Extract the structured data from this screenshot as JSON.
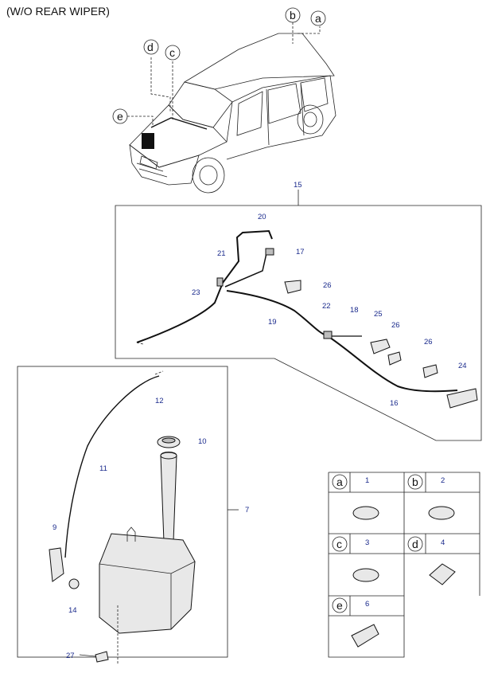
{
  "title": "(W/O REAR WIPER)",
  "callouts": {
    "a": "a",
    "b": "b",
    "c": "c",
    "d": "d",
    "e": "e"
  },
  "parts": {
    "p1": "1",
    "p2": "2",
    "p3": "3",
    "p4": "4",
    "p6": "6",
    "p7": "7",
    "p9": "9",
    "p10": "10",
    "p11": "11",
    "p12": "12",
    "p14": "14",
    "p15": "15",
    "p16": "16",
    "p17": "17",
    "p18": "18",
    "p19": "19",
    "p20": "20",
    "p21": "21",
    "p22": "22",
    "p23": "23",
    "p24": "24",
    "p25": "25",
    "p26a": "26",
    "p26b": "26",
    "p26c": "26",
    "p27": "27"
  },
  "legend": {
    "cells": [
      {
        "letter": "a",
        "num": "1"
      },
      {
        "letter": "b",
        "num": "2"
      },
      {
        "letter": "c",
        "num": "3"
      },
      {
        "letter": "d",
        "num": "4"
      },
      {
        "letter": "e",
        "num": "6"
      }
    ]
  }
}
